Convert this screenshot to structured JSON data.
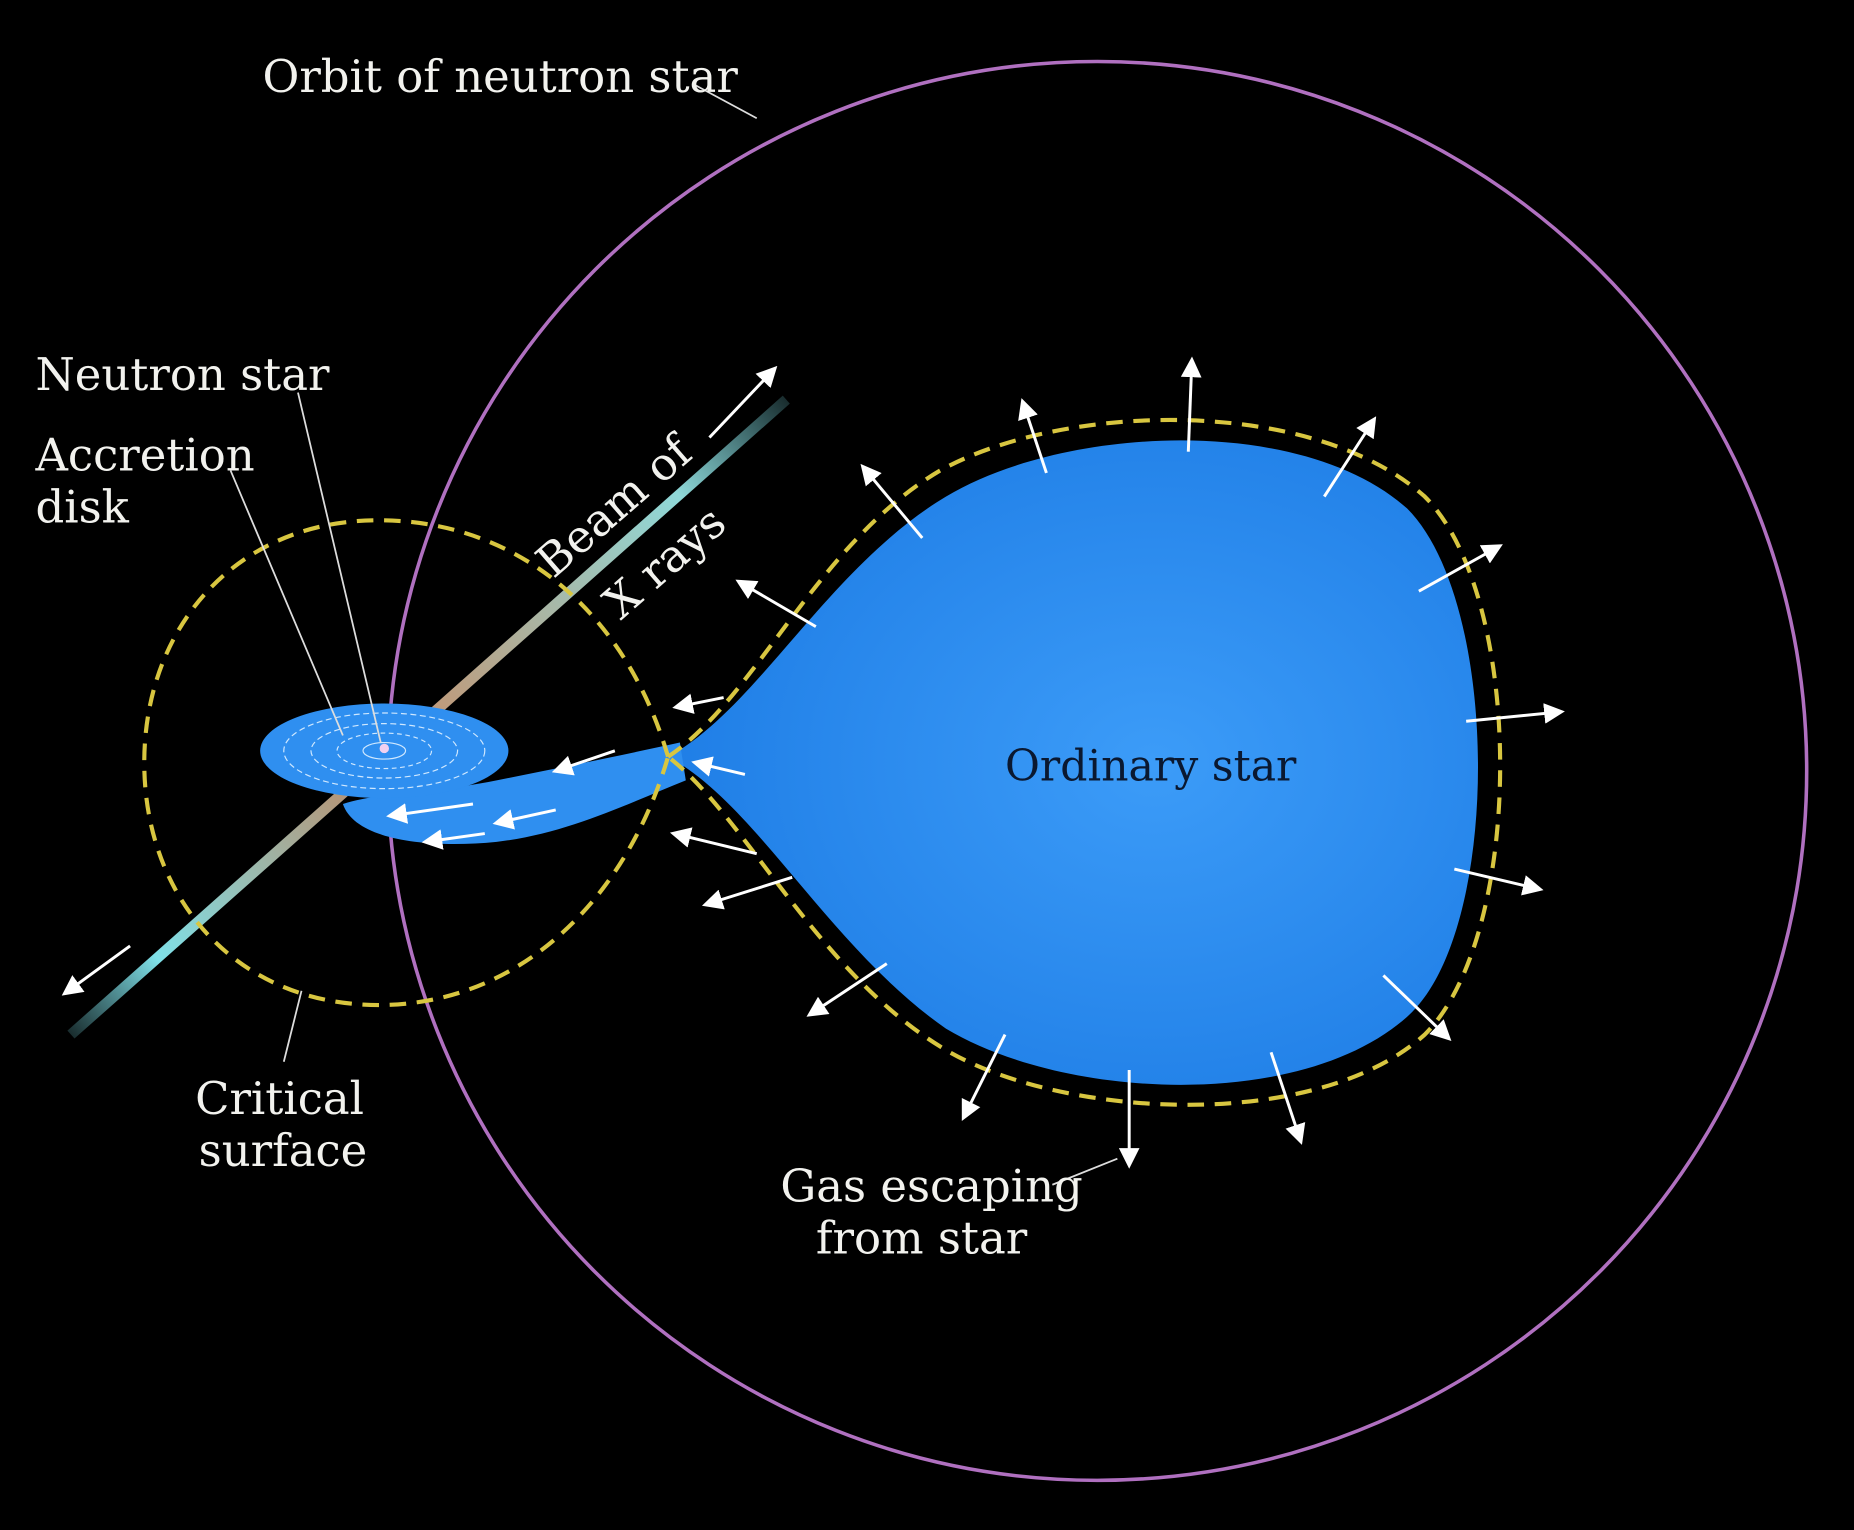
{
  "title": "X-ray binary: neutron star accreting gas from an ordinary star",
  "labels": {
    "orbit": "Orbit of neutron star",
    "neutron_star": "Neutron star",
    "accretion_disk_line1": "Accretion",
    "accretion_disk_line2": "disk",
    "beam_line1": "Beam of",
    "beam_line2": "X rays",
    "ordinary_star": "Ordinary star",
    "critical_line1": "Critical",
    "critical_line2": "surface",
    "gas_line1": "Gas escaping",
    "gas_line2": "from star"
  },
  "colors": {
    "background": "#000000",
    "orbit": "#b070c0",
    "critical_surface": "#d8c640",
    "star": "#2f8ff0",
    "beam_end": "#7fe0e8",
    "beam_mid": "#b89070",
    "arrow": "#ffffff"
  }
}
